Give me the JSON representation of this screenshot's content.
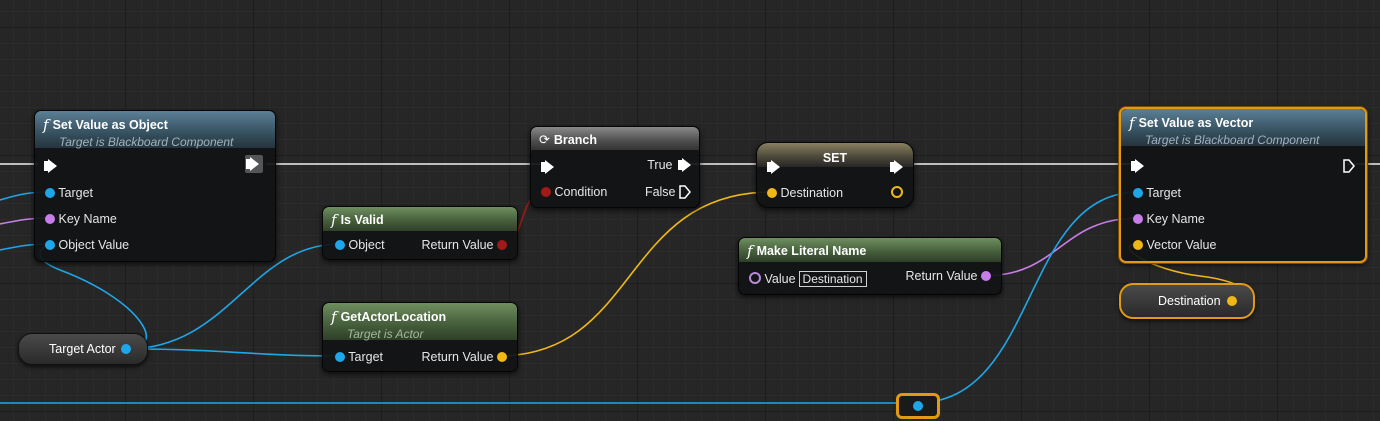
{
  "colors": {
    "background": "#262626",
    "selection": "#e09a16",
    "object_pin": "#1ea7e8",
    "name_pin": "#c77ee8",
    "vector_pin": "#f0b816",
    "bool_pin": "#a01a1a"
  },
  "nodes": {
    "set_value_as_object": {
      "icon": "function-icon",
      "title": "Set Value as Object",
      "subtitle": "Target is Blackboard Component",
      "pins": {
        "target": "Target",
        "key_name": "Key Name",
        "object_value": "Object Value"
      }
    },
    "is_valid": {
      "icon": "function-icon",
      "title": "Is Valid",
      "pins": {
        "object": "Object",
        "return_value": "Return Value"
      }
    },
    "get_actor_location": {
      "icon": "function-icon",
      "title": "GetActorLocation",
      "subtitle": "Target is Actor",
      "pins": {
        "target": "Target",
        "return_value": "Return Value"
      }
    },
    "branch": {
      "icon": "branch-icon",
      "title": "Branch",
      "pins": {
        "true": "True",
        "condition": "Condition",
        "false": "False"
      }
    },
    "set": {
      "title": "SET",
      "pins": {
        "destination": "Destination"
      }
    },
    "make_literal_name": {
      "icon": "function-icon",
      "title": "Make Literal Name",
      "pins": {
        "value": "Value",
        "value_literal": "Destination",
        "return_value": "Return Value"
      }
    },
    "set_value_as_vector": {
      "icon": "function-icon",
      "title": "Set Value as Vector",
      "subtitle": "Target is Blackboard Component",
      "pins": {
        "target": "Target",
        "key_name": "Key Name",
        "vector_value": "Vector Value"
      }
    }
  },
  "variables": {
    "target_actor": "Target Actor",
    "destination": "Destination"
  },
  "fn_glyph": "f"
}
